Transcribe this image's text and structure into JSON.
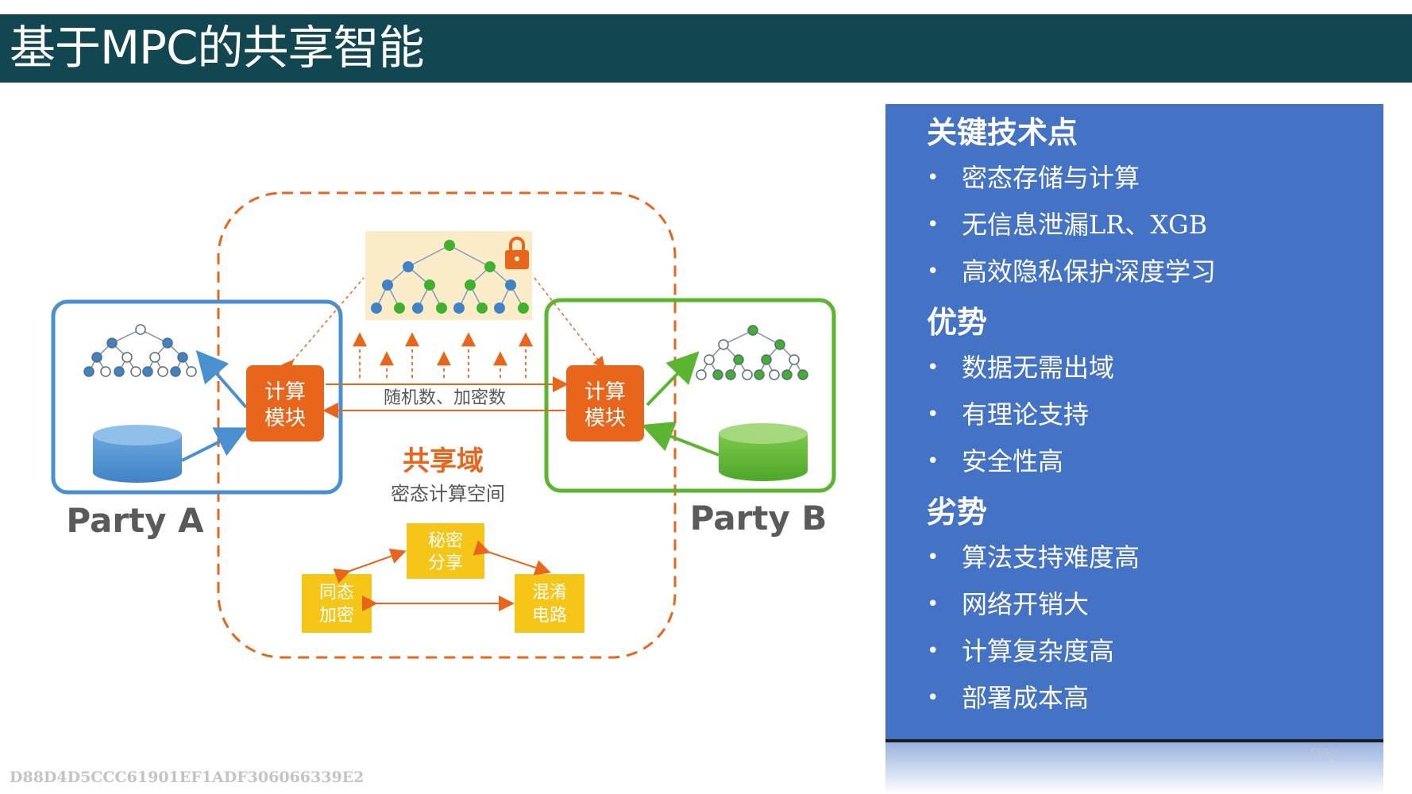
{
  "slide": {
    "title": "基于MPC的共享智能",
    "page_number": "P96",
    "watermark": "D88D4D5CCC61901EF1ADF306066339E2"
  },
  "diagram": {
    "party_a_label": "Party A",
    "party_b_label": "Party B",
    "compute_module_label_line1": "计算",
    "compute_module_label_line2": "模块",
    "exchange_label": "随机数、加密数",
    "shared_domain_title": "共享域",
    "shared_domain_subtitle": "密态计算空间",
    "technique_secret_sharing_line1": "秘密",
    "technique_secret_sharing_line2": "分享",
    "technique_homomorphic_line1": "同态",
    "technique_homomorphic_line2": "加密",
    "technique_garbled_line1": "混淆",
    "technique_garbled_line2": "电路",
    "colors": {
      "party_a": "#4a90d0",
      "party_b": "#5cb531",
      "compute_module": "#e8661c",
      "shared_domain": "#e8661c",
      "technique_box": "#f5c518"
    },
    "icons": [
      "tree-graph-icon",
      "database-cylinder-icon",
      "lock-icon"
    ]
  },
  "panel": {
    "sections": [
      {
        "heading": "关键技术点",
        "items": [
          "密态存储与计算",
          "无信息泄漏LR、XGB",
          "高效隐私保护深度学习"
        ]
      },
      {
        "heading": "优势",
        "items": [
          "数据无需出域",
          "有理论支持",
          "安全性高"
        ]
      },
      {
        "heading": "劣势",
        "items": [
          "算法支持难度高",
          "网络开销大",
          "计算复杂度高",
          "部署成本高"
        ]
      }
    ]
  }
}
